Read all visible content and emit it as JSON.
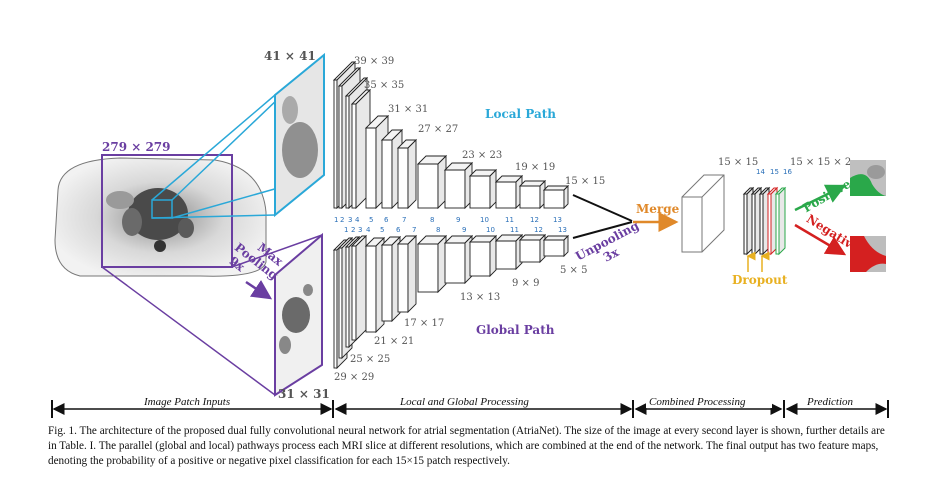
{
  "input": {
    "size_label": "279 × 279",
    "local_patch_label": "41 × 41",
    "global_patch_label": "31 × 31",
    "pooling_label_1": "Max",
    "pooling_label_2": "Pooling",
    "pooling_label_3": "9x"
  },
  "local_path": {
    "title": "Local Path",
    "size_labels": [
      "39 × 39",
      "35 × 35",
      "31 × 31",
      "27 × 27",
      "23 × 23",
      "19 × 19",
      "15 × 15"
    ],
    "layer_numbers": [
      "1",
      "2",
      "3",
      "4",
      "5",
      "6",
      "7",
      "8",
      "9",
      "10",
      "11",
      "12",
      "13"
    ]
  },
  "global_path": {
    "title": "Global Path",
    "size_labels": [
      "29 × 29",
      "25 × 25",
      "21 × 21",
      "17 × 17",
      "13 × 13",
      "9 × 9",
      "5 × 5"
    ],
    "layer_numbers": [
      "1",
      "2",
      "3",
      "4",
      "5",
      "6",
      "7",
      "8",
      "9",
      "10",
      "11",
      "12",
      "13"
    ],
    "unpooling_1": "Unpooling",
    "unpooling_2": "3x"
  },
  "combined": {
    "merge_label": "Merge",
    "size_label": "15 × 15",
    "layer_numbers": [
      "14",
      "15",
      "16"
    ],
    "dropout_label": "Dropout"
  },
  "prediction": {
    "size_label": "15 × 15 × 2",
    "positive_label": "Positive",
    "negative_label": "Negative"
  },
  "stages": {
    "inputs": "Image Patch Inputs",
    "processing": "Local and Global Processing",
    "combined": "Combined Processing",
    "prediction": "Prediction"
  },
  "colors": {
    "local": "#2aa8d8",
    "global": "#6a3ea1",
    "merge": "#e0892a",
    "dropout": "#e8b020",
    "positive": "#2aa84a",
    "negative": "#d42020"
  },
  "caption": "Fig. 1.  The architecture of the proposed dual fully convolutional neural network for atrial segmentation (AtriaNet). The size of the image at every second layer is shown, further details are in Table. I. The parallel (global and local) pathways process each MRI slice at different resolutions, which are combined at the end of the network. The final output has two feature maps, denoting the probability of a positive or negative pixel classification for each 15×15 patch respectively."
}
